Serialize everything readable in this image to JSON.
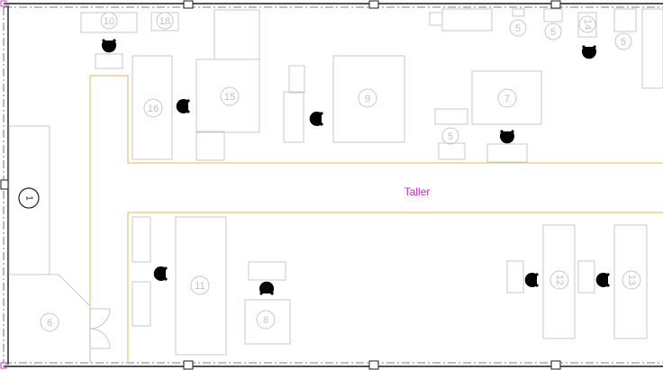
{
  "room": {
    "label": "Taller"
  },
  "stations": [
    {
      "id": "st-10",
      "label": "10"
    },
    {
      "id": "st-18",
      "label": "18"
    },
    {
      "id": "st-16",
      "label": "16"
    },
    {
      "id": "st-15",
      "label": "15"
    },
    {
      "id": "st-9",
      "label": "9"
    },
    {
      "id": "st-7",
      "label": "7"
    },
    {
      "id": "st-5a",
      "label": "5"
    },
    {
      "id": "st-5b",
      "label": "5"
    },
    {
      "id": "st-5c",
      "label": "5"
    },
    {
      "id": "st-5d",
      "label": "5"
    },
    {
      "id": "st-14",
      "label": "14"
    },
    {
      "id": "st-1",
      "label": "1"
    },
    {
      "id": "st-6",
      "label": "6"
    },
    {
      "id": "st-11",
      "label": "11"
    },
    {
      "id": "st-8",
      "label": "8"
    },
    {
      "id": "st-12",
      "label": "12"
    },
    {
      "id": "st-13",
      "label": "13"
    }
  ],
  "chairs": [
    {
      "id": "chair-1"
    },
    {
      "id": "chair-2"
    },
    {
      "id": "chair-3"
    },
    {
      "id": "chair-4"
    },
    {
      "id": "chair-5"
    },
    {
      "id": "chair-6"
    },
    {
      "id": "chair-7"
    },
    {
      "id": "chair-8"
    },
    {
      "id": "chair-9"
    },
    {
      "id": "chair-10"
    }
  ],
  "colors": {
    "room_label": "#d81ad8",
    "walkway": "#f1c27a",
    "equipment": "#c8c8c8",
    "wall": "#1a1a1a"
  }
}
